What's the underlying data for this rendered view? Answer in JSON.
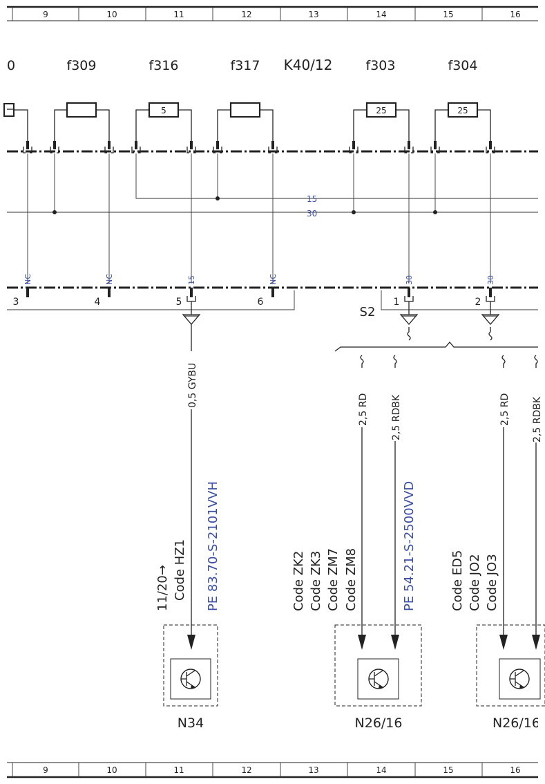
{
  "grid": {
    "columns": [
      "9",
      "10",
      "11",
      "12",
      "13",
      "14",
      "15",
      "16"
    ]
  },
  "fuses": [
    {
      "id": "f309",
      "rating": ""
    },
    {
      "id": "f316",
      "rating": "5"
    },
    {
      "id": "f317",
      "rating": ""
    },
    {
      "id": "f303",
      "rating": "25"
    },
    {
      "id": "f304",
      "rating": "25"
    }
  ],
  "labels": {
    "partial_fuse": "0",
    "relay": "K40/12",
    "bus15": "15",
    "bus30": "30",
    "switch": "S2"
  },
  "pins_lower": [
    {
      "num": "3",
      "term": "NC"
    },
    {
      "num": "4",
      "term": "NC"
    },
    {
      "num": "5",
      "term": "15"
    },
    {
      "num": "6",
      "term": "NC"
    },
    {
      "num": "1",
      "term": "30"
    },
    {
      "num": "2",
      "term": "30"
    }
  ],
  "wires": {
    "n34": "0,5 GYBU",
    "n26a_1": "2,5 RD",
    "n26a_2": "2,5 RDBK",
    "n26b_1": "2,5 RD",
    "n26b_2": "2,5 RDBK"
  },
  "codes": {
    "n34_date": "11/20→",
    "n34": [
      "Code HZ1"
    ],
    "n34_ref": "PE 83.70-S-2101VVH",
    "n26a": [
      "Code ZK2",
      "Code ZK3",
      "Code ZM7",
      "Code ZM8"
    ],
    "n26a_ref": "PE 54.21-S-2500VVD",
    "n26b": [
      "Code ED5",
      "Code JO2",
      "Code JO3"
    ]
  },
  "components": {
    "n34": "N34",
    "n26a": "N26/16",
    "n26b": "N26/16"
  },
  "colors": {
    "ink": "#222222",
    "blue_text": "#3a4fa6"
  }
}
